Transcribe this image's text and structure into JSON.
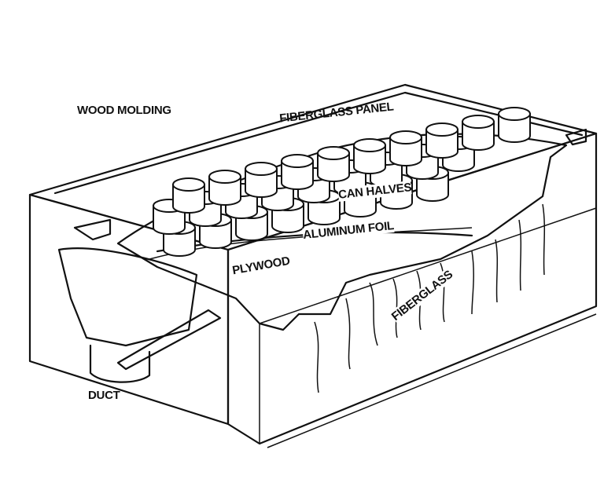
{
  "labels": {
    "wood_molding": "WOOD MOLDING",
    "fiberglass_panel": "FIBERGLASS PANEL",
    "can_halves": "CAN HALVES",
    "aluminum_foil": "ALUMINUM FOIL",
    "plywood": "PLYWOOD",
    "fiberglass": "FIBERGLASS",
    "duct": "DUCT"
  }
}
